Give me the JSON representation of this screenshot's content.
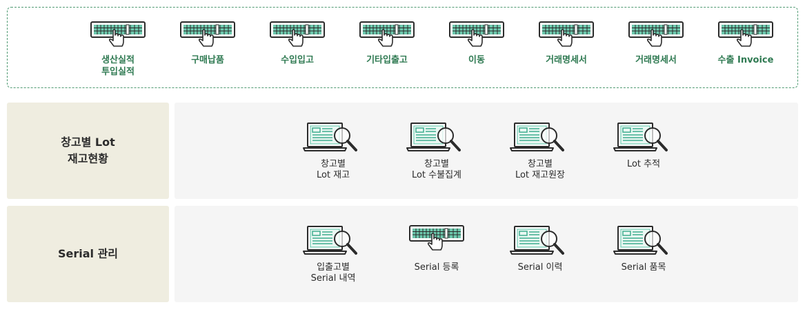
{
  "top_menu": {
    "items": [
      {
        "label": "생산실적\n투입실적",
        "icon": "keyboard-hand-icon"
      },
      {
        "label": "구매납품",
        "icon": "keyboard-hand-icon"
      },
      {
        "label": "수입입고",
        "icon": "keyboard-hand-icon"
      },
      {
        "label": "기타입출고",
        "icon": "keyboard-hand-icon"
      },
      {
        "label": "이동",
        "icon": "keyboard-hand-icon"
      },
      {
        "label": "거래명세서",
        "icon": "keyboard-hand-icon"
      },
      {
        "label": "거래명세서",
        "icon": "keyboard-hand-icon"
      },
      {
        "label": "수출 Invoice",
        "icon": "keyboard-hand-icon"
      }
    ]
  },
  "sections": [
    {
      "title": "창고별 Lot\n재고현황",
      "items": [
        {
          "label": "창고별\nLot 재고",
          "icon": "laptop-search-icon"
        },
        {
          "label": "창고별\nLot 수불집계",
          "icon": "laptop-search-icon"
        },
        {
          "label": "창고별\nLot 재고원장",
          "icon": "laptop-search-icon"
        },
        {
          "label": "Lot 추적",
          "icon": "laptop-search-icon"
        }
      ]
    },
    {
      "title": "Serial 관리",
      "items": [
        {
          "label": "입출고별\nSerial 내역",
          "icon": "laptop-search-icon"
        },
        {
          "label": "Serial 등록",
          "icon": "keyboard-hand-icon"
        },
        {
          "label": "Serial 이력",
          "icon": "laptop-search-icon"
        },
        {
          "label": "Serial 품목",
          "icon": "laptop-search-icon"
        }
      ]
    }
  ],
  "colors": {
    "accent_green": "#2f7a52",
    "icon_teal": "#5cc4a8",
    "section_label_bg": "#efede0",
    "panel_bg": "#f5f5f5"
  }
}
